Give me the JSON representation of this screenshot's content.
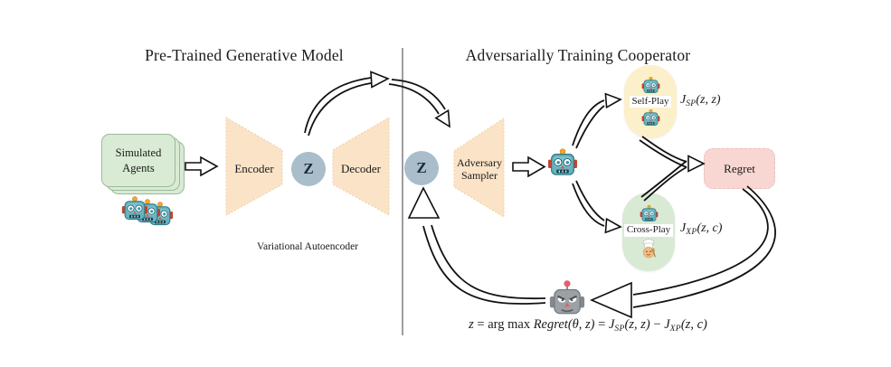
{
  "titles": {
    "left": "Pre-Trained Generative Model",
    "right": "Adversarially Training Cooperator"
  },
  "left_panel": {
    "simulated_agents": {
      "line1": "Simulated",
      "line2": "Agents"
    },
    "encoder_label": "Encoder",
    "latent_label": "Z",
    "decoder_label": "Decoder",
    "caption": "Variational Autoencoder"
  },
  "right_panel": {
    "latent_label": "Z",
    "sampler": {
      "line1": "Adversary",
      "line2": "Sampler"
    },
    "self_play": {
      "label": "Self-Play",
      "metric": {
        "j": "J",
        "sub": "SP",
        "args": "(z, z)"
      }
    },
    "cross_play": {
      "label": "Cross-Play",
      "metric": {
        "j": "J",
        "sub": "XP",
        "args": "(z, c)"
      }
    },
    "regret_label": "Regret",
    "equation": {
      "s1": "z",
      "s2": " = arg max ",
      "s3": "Regret",
      "s4": "(θ, z)",
      "s5": " = ",
      "s6": "J",
      "s6_sub": "SP",
      "s7": "(z, z)",
      "s8": " − ",
      "s9": "J",
      "s9_sub": "XP",
      "s10": "(z, c)"
    }
  },
  "icons": {
    "robot": "robot-icon",
    "chef": "chef-icon",
    "evil_robot": "evil-robot-icon"
  },
  "colors": {
    "peach_shape": "#fbe3c7",
    "latent_circle": "#a9bdcb",
    "agents_green": "#d9ebd4",
    "self_play_yellow": "#fbf0ca",
    "cross_play_green": "#d8ead3",
    "regret_pink": "#f8d6d2",
    "line": "#111111"
  }
}
